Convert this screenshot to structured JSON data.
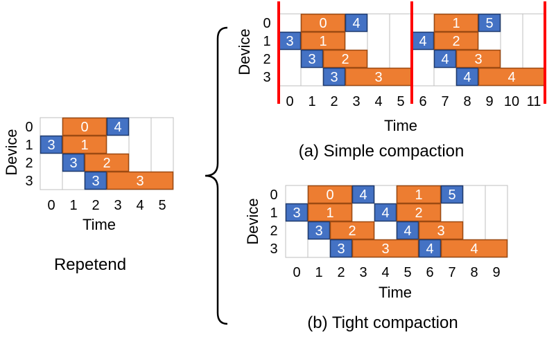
{
  "colors": {
    "forward": "#ed7d31",
    "forward_border": "#9c4a12",
    "backward": "#4472c4",
    "backward_border": "#1f3a6e",
    "grid": "#bfbfbf",
    "divider": "#ff0000",
    "text": "#000000"
  },
  "repetend": {
    "caption": "Repetend",
    "ylabel": "Device",
    "xlabel": "Time",
    "x_ticks": [
      "0",
      "1",
      "2",
      "3",
      "4",
      "5"
    ],
    "devices": [
      "0",
      "1",
      "2",
      "3"
    ],
    "blocks": [
      {
        "device": 0,
        "start": 1,
        "dur": 2,
        "kind": "forward",
        "label": "0"
      },
      {
        "device": 0,
        "start": 3,
        "dur": 1,
        "kind": "backward",
        "label": "4"
      },
      {
        "device": 1,
        "start": 0,
        "dur": 1,
        "kind": "backward",
        "label": "3"
      },
      {
        "device": 1,
        "start": 1,
        "dur": 2,
        "kind": "forward",
        "label": "1"
      },
      {
        "device": 2,
        "start": 1,
        "dur": 1,
        "kind": "backward",
        "label": "3"
      },
      {
        "device": 2,
        "start": 2,
        "dur": 2,
        "kind": "forward",
        "label": "2"
      },
      {
        "device": 3,
        "start": 2,
        "dur": 1,
        "kind": "backward",
        "label": "3"
      },
      {
        "device": 3,
        "start": 3,
        "dur": 3,
        "kind": "forward",
        "label": "3"
      }
    ]
  },
  "simple": {
    "caption": "(a)  Simple compaction",
    "ylabel": "Device",
    "xlabel": "Time",
    "x_ticks": [
      "0",
      "1",
      "2",
      "3",
      "4",
      "5",
      "6",
      "7",
      "8",
      "9",
      "10",
      "11"
    ],
    "devices": [
      "0",
      "1",
      "2",
      "3"
    ],
    "dividers": [
      0,
      6,
      12
    ],
    "blocks": [
      {
        "device": 0,
        "start": 1,
        "dur": 2,
        "kind": "forward",
        "label": "0"
      },
      {
        "device": 0,
        "start": 3,
        "dur": 1,
        "kind": "backward",
        "label": "4"
      },
      {
        "device": 1,
        "start": 0,
        "dur": 1,
        "kind": "backward",
        "label": "3"
      },
      {
        "device": 1,
        "start": 1,
        "dur": 2,
        "kind": "forward",
        "label": "1"
      },
      {
        "device": 2,
        "start": 1,
        "dur": 1,
        "kind": "backward",
        "label": "3"
      },
      {
        "device": 2,
        "start": 2,
        "dur": 2,
        "kind": "forward",
        "label": "2"
      },
      {
        "device": 3,
        "start": 2,
        "dur": 1,
        "kind": "backward",
        "label": "3"
      },
      {
        "device": 3,
        "start": 3,
        "dur": 3,
        "kind": "forward",
        "label": "3"
      },
      {
        "device": 0,
        "start": 7,
        "dur": 2,
        "kind": "forward",
        "label": "1"
      },
      {
        "device": 0,
        "start": 9,
        "dur": 1,
        "kind": "backward",
        "label": "5"
      },
      {
        "device": 1,
        "start": 6,
        "dur": 1,
        "kind": "backward",
        "label": "4"
      },
      {
        "device": 1,
        "start": 7,
        "dur": 2,
        "kind": "forward",
        "label": "2"
      },
      {
        "device": 2,
        "start": 7,
        "dur": 1,
        "kind": "backward",
        "label": "4"
      },
      {
        "device": 2,
        "start": 8,
        "dur": 2,
        "kind": "forward",
        "label": "3"
      },
      {
        "device": 3,
        "start": 8,
        "dur": 1,
        "kind": "backward",
        "label": "4"
      },
      {
        "device": 3,
        "start": 9,
        "dur": 3,
        "kind": "forward",
        "label": "4"
      }
    ]
  },
  "tight": {
    "caption": "(b) Tight compaction",
    "ylabel": "Device",
    "xlabel": "Time",
    "x_ticks": [
      "0",
      "1",
      "2",
      "3",
      "4",
      "5",
      "6",
      "7",
      "8",
      "9"
    ],
    "devices": [
      "0",
      "1",
      "2",
      "3"
    ],
    "blocks": [
      {
        "device": 0,
        "start": 1,
        "dur": 2,
        "kind": "forward",
        "label": "0"
      },
      {
        "device": 0,
        "start": 3,
        "dur": 1,
        "kind": "backward",
        "label": "4"
      },
      {
        "device": 0,
        "start": 5,
        "dur": 2,
        "kind": "forward",
        "label": "1"
      },
      {
        "device": 0,
        "start": 7,
        "dur": 1,
        "kind": "backward",
        "label": "5"
      },
      {
        "device": 1,
        "start": 0,
        "dur": 1,
        "kind": "backward",
        "label": "3"
      },
      {
        "device": 1,
        "start": 1,
        "dur": 2,
        "kind": "forward",
        "label": "1"
      },
      {
        "device": 1,
        "start": 4,
        "dur": 1,
        "kind": "backward",
        "label": "4"
      },
      {
        "device": 1,
        "start": 5,
        "dur": 2,
        "kind": "forward",
        "label": "2"
      },
      {
        "device": 2,
        "start": 1,
        "dur": 1,
        "kind": "backward",
        "label": "3"
      },
      {
        "device": 2,
        "start": 2,
        "dur": 2,
        "kind": "forward",
        "label": "2"
      },
      {
        "device": 2,
        "start": 5,
        "dur": 1,
        "kind": "backward",
        "label": "4"
      },
      {
        "device": 2,
        "start": 6,
        "dur": 2,
        "kind": "forward",
        "label": "3"
      },
      {
        "device": 3,
        "start": 2,
        "dur": 1,
        "kind": "backward",
        "label": "3"
      },
      {
        "device": 3,
        "start": 3,
        "dur": 3,
        "kind": "forward",
        "label": "3"
      },
      {
        "device": 3,
        "start": 6,
        "dur": 1,
        "kind": "backward",
        "label": "4"
      },
      {
        "device": 3,
        "start": 7,
        "dur": 3,
        "kind": "forward",
        "label": "4"
      }
    ]
  }
}
